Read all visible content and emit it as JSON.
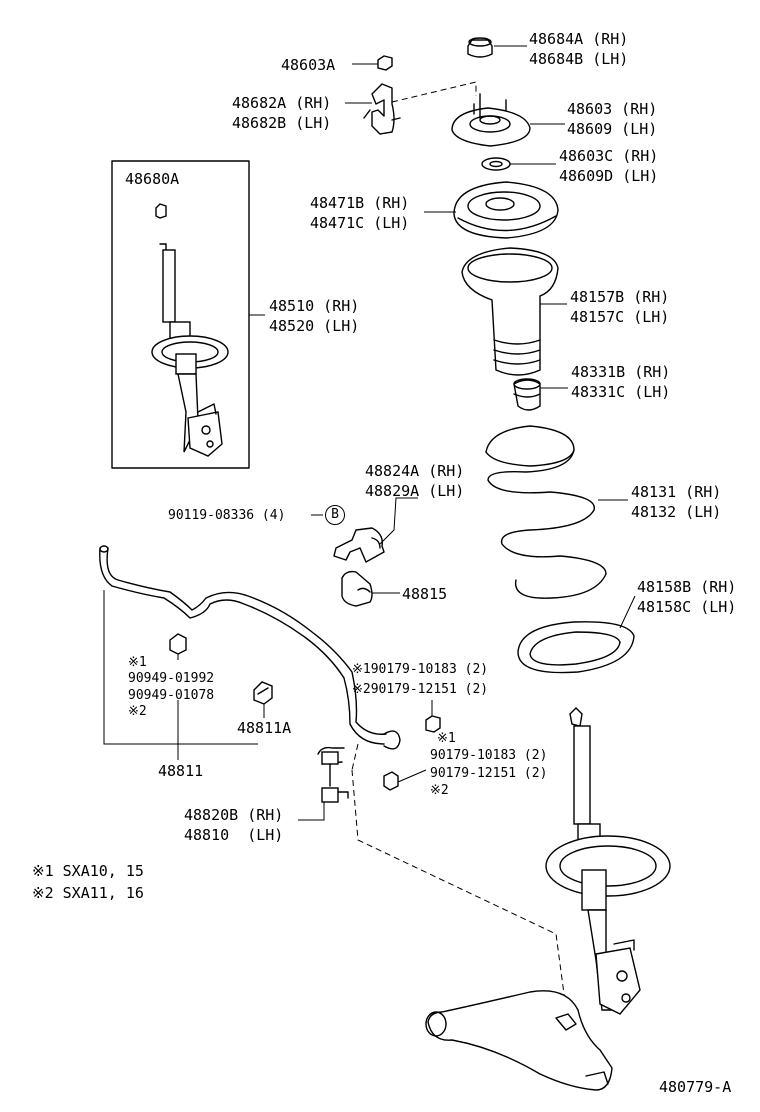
{
  "labels": {
    "p48684": [
      "48684A (RH)",
      "48684B (LH)"
    ],
    "p48603A": "48603A",
    "p48682": [
      "48682A (RH)",
      "48682B (LH)"
    ],
    "p48603": [
      "48603 (RH)",
      "48609 (LH)"
    ],
    "p48603C": [
      "48603C (RH)",
      "48609D (LH)"
    ],
    "p48680A": "48680A",
    "p48471": [
      "48471B (RH)",
      "48471C (LH)"
    ],
    "p48157": [
      "48157B (RH)",
      "48157C (LH)"
    ],
    "p48510": [
      "48510 (RH)",
      "48520 (LH)"
    ],
    "p48331": [
      "48331B (RH)",
      "48331C (LH)"
    ],
    "p48824": [
      "48824A (RH)",
      "48829A (LH)"
    ],
    "p90119": "90119-08336 (4)",
    "badge_b": "B",
    "p48131": [
      "48131 (RH)",
      "48132 (LH)"
    ],
    "p48815": "48815",
    "p48158": [
      "48158B (RH)",
      "48158C (LH)"
    ],
    "p90949": [
      "※1",
      "90949-01992",
      "90949-01078",
      "※2"
    ],
    "p48811A": "48811A",
    "p48811": "48811",
    "p90179_top": [
      "※190179-10183 (2)",
      "※290179-12151 (2)"
    ],
    "p90179_bot": [
      "※1",
      "90179-10183 (2)",
      "90179-12151 (2)",
      "※2"
    ],
    "p48820": [
      "48820B (RH)",
      "48810  (LH)"
    ],
    "notes": [
      "※1 SXA10, 15",
      "※2 SXA11, 16"
    ],
    "figure_id": "480779-A"
  }
}
